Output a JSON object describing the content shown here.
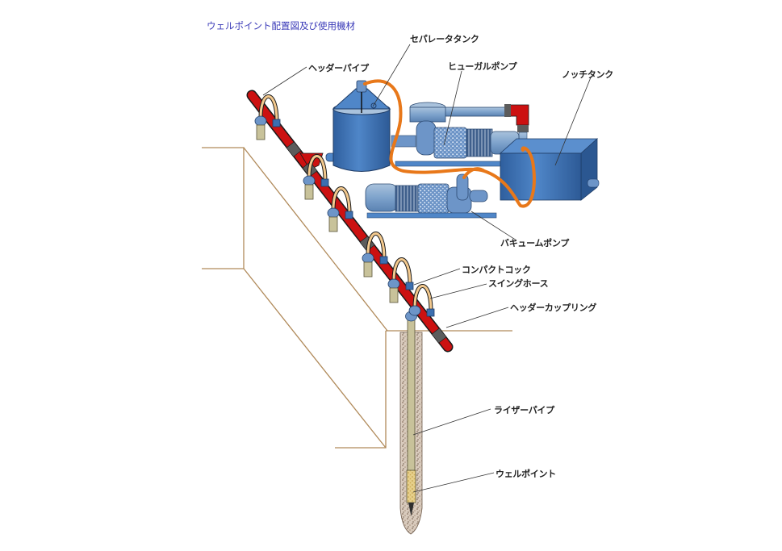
{
  "title": "ウェルポイント配置図及び使用機材",
  "labels": {
    "header_pipe": "ヘッダーパイプ",
    "separator_tank": "セパレータタンク",
    "hugal_pump": "ヒューガルポンプ",
    "notch_tank": "ノッチタンク",
    "vacuum_pump": "バキュームポンプ",
    "compact_cock": "コンパクトコック",
    "swing_hose": "スイングホース",
    "header_coupling": "ヘッダーカップリング",
    "riser_pipe": "ライザーパイプ",
    "wellpoint": "ウェルポイント"
  },
  "colors": {
    "title": "#3a3ab8",
    "header_pipe": "#cc1111",
    "equipment_blue": "#3c6fb0",
    "hose_orange": "#e8781a",
    "swing_hose": "#f3c98e",
    "ground_line": "#b08a5a",
    "riser": "#c8c29a"
  }
}
